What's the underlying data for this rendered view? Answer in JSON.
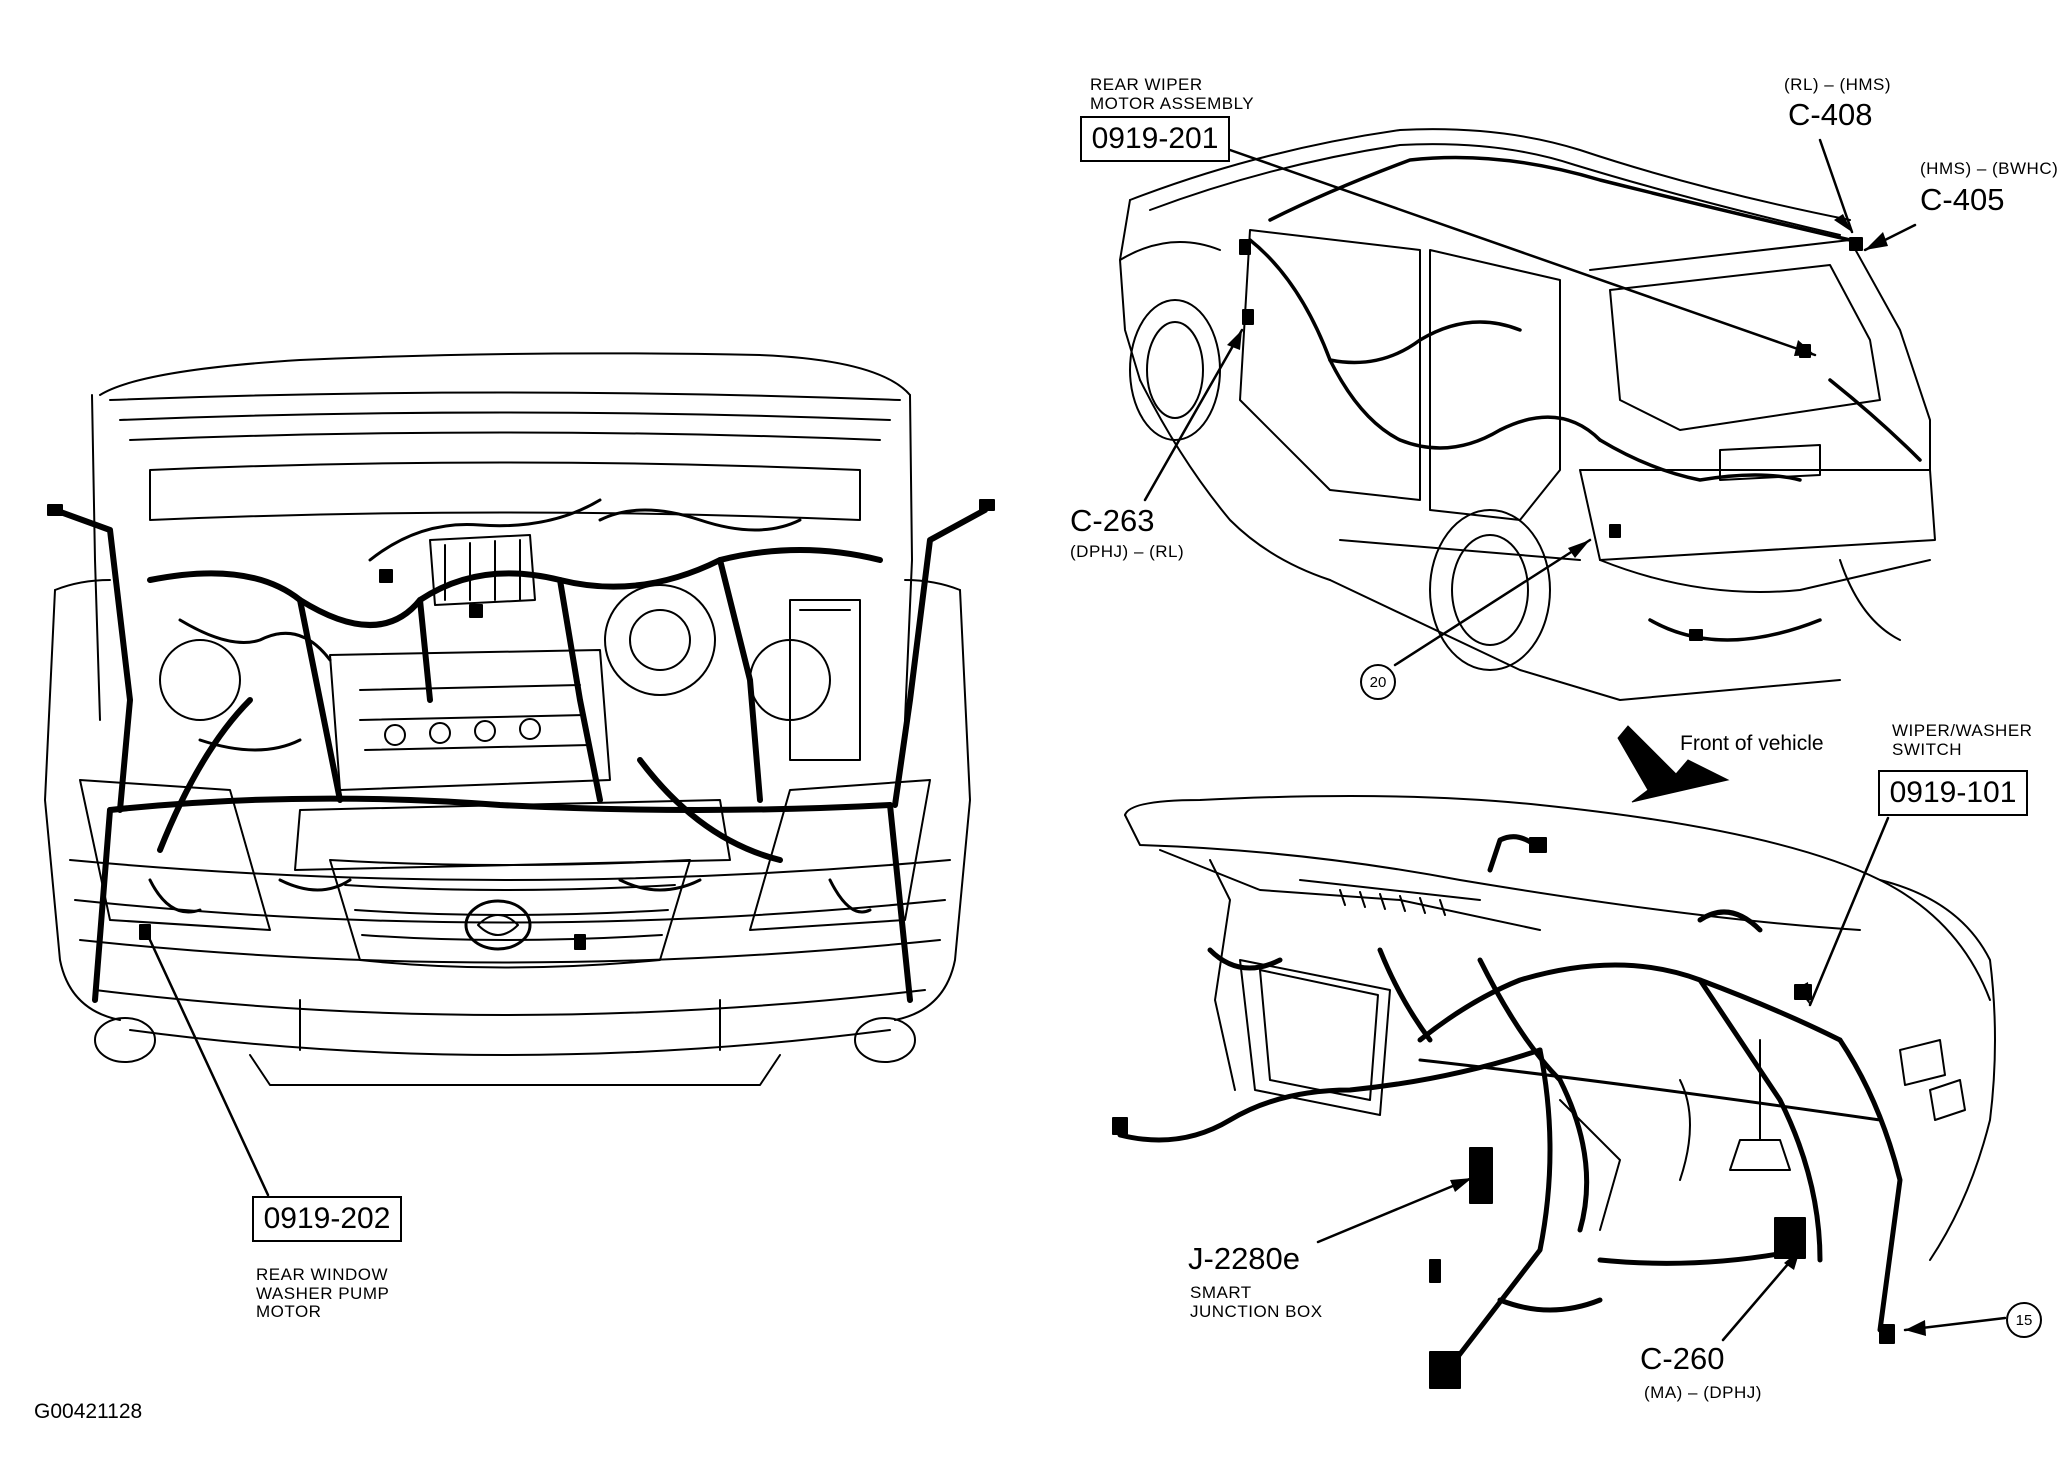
{
  "figure_id": "G00421128",
  "engine_view": {
    "callout": {
      "code": "0919-202",
      "desc_lines": [
        "REAR WINDOW",
        "WASHER PUMP",
        "MOTOR"
      ]
    }
  },
  "rear_view": {
    "wiper_motor": {
      "desc_lines": [
        "REAR WIPER",
        "MOTOR ASSEMBLY"
      ],
      "code": "0919-201"
    },
    "c408": {
      "code": "C-408",
      "sub": "(RL) – (HMS)"
    },
    "c405": {
      "code": "C-405",
      "sub": "(HMS) – (BWHC)"
    },
    "c263": {
      "code": "C-263",
      "sub": "(DPHJ) – (RL)"
    },
    "ground_ref": "20"
  },
  "dash_view": {
    "front_label": "Front of vehicle",
    "wiper_switch": {
      "desc_lines": [
        "WIPER/WASHER",
        "SWITCH"
      ],
      "code": "0919-101"
    },
    "j2280e": {
      "code": "J-2280e",
      "desc_lines": [
        "SMART",
        "JUNCTION BOX"
      ]
    },
    "c260": {
      "code": "C-260",
      "sub": "(MA) – (DPHJ)"
    },
    "ground_ref": "15"
  }
}
